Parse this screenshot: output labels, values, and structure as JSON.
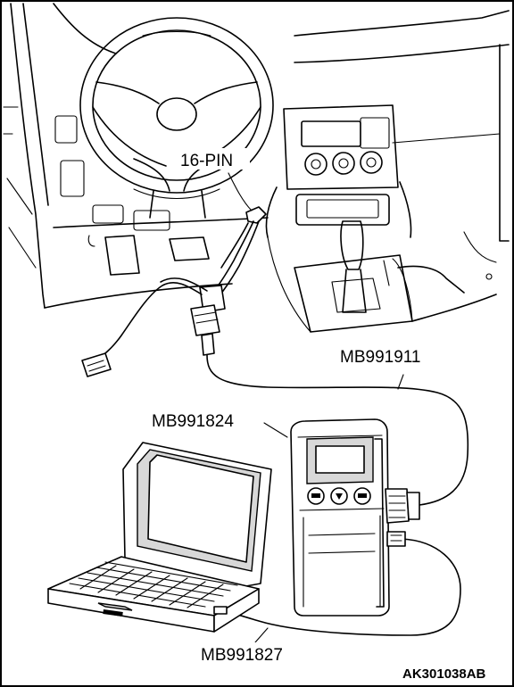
{
  "labels": {
    "connector": "16-PIN",
    "cable_adapter": "MB991911",
    "tester": "MB991824",
    "usb_cable": "MB991827",
    "figure_id": "AK301038AB"
  }
}
